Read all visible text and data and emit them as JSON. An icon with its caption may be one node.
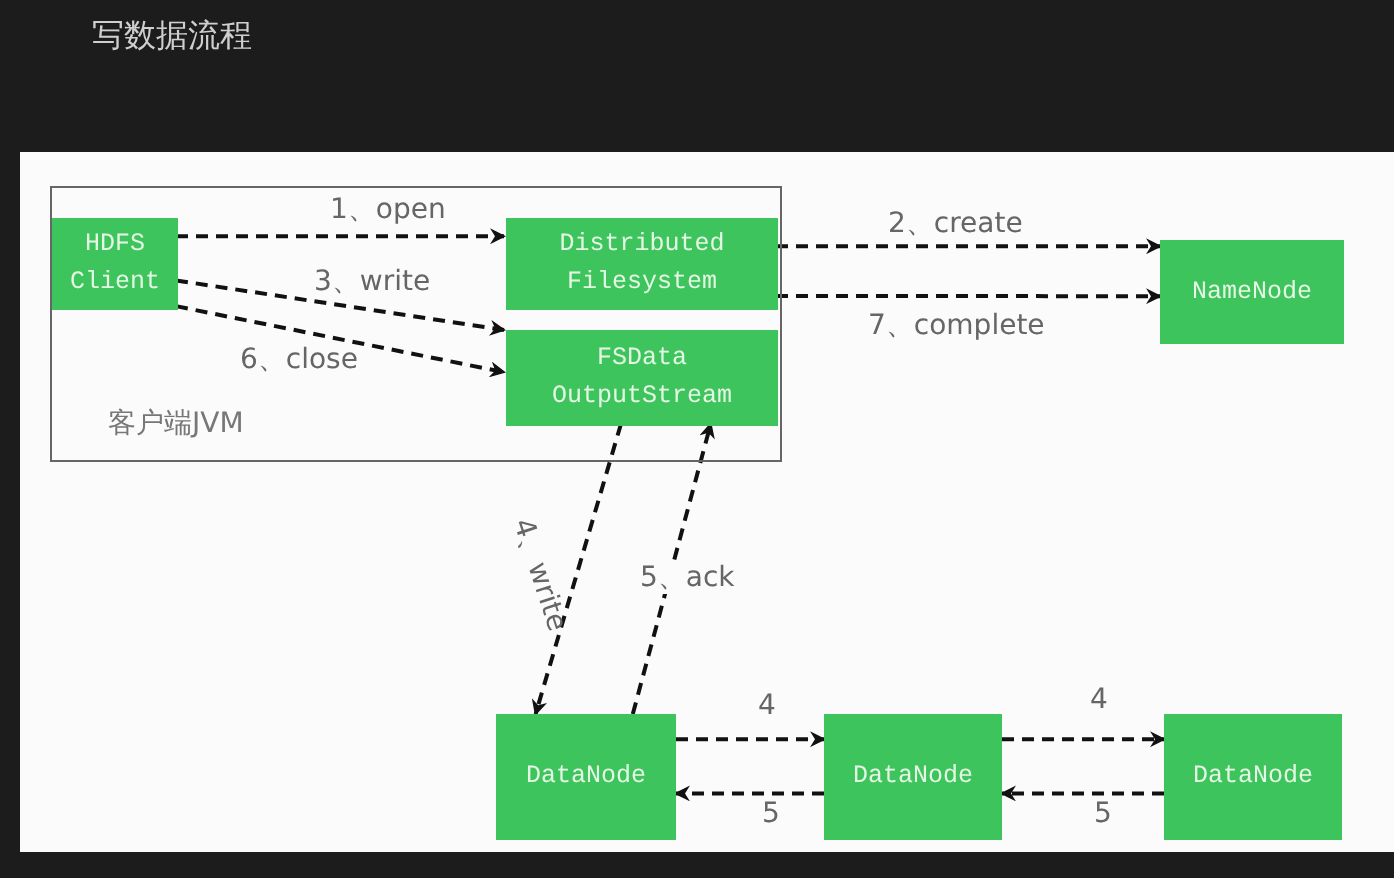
{
  "diagram": {
    "title": "写数据流程",
    "nodes": [
      {
        "text": [
          "客户端JVM"
        ]
      },
      {
        "text": [
          "HDFS Client"
        ],
        "in": 0
      },
      {
        "text": [
          "Distributed Filesystem"
        ],
        "in": 0
      },
      {
        "text": [
          "FSData OutputStream"
        ],
        "in": 0
      },
      {
        "text": [
          "NameNode"
        ]
      },
      {
        "text": [
          "DataNode"
        ]
      },
      {
        "text": [
          "DataNode"
        ]
      },
      {
        "text": [
          "DataNode"
        ]
      }
    ],
    "edges": [
      {
        "from": 1,
        "to": 2,
        "arrow": "to",
        "label": "1、open"
      },
      {
        "from": 1,
        "to": 3,
        "arrow": "to",
        "label": "3、write"
      },
      {
        "from": 1,
        "to": 3,
        "arrow": "to",
        "label": "6、close"
      },
      {
        "from": 2,
        "to": 4,
        "arrow": "to",
        "label": "2、create"
      },
      {
        "from": 2,
        "to": 4,
        "arrow": "to",
        "label": "7、complete"
      },
      {
        "from": 3,
        "to": 5,
        "arrow": "to",
        "label": "4、write"
      },
      {
        "from": 5,
        "to": 3,
        "arrow": "to",
        "label": "5、ack"
      },
      {
        "from": 5,
        "to": 6,
        "arrow": "to",
        "label": "4"
      },
      {
        "from": 6,
        "to": 5,
        "arrow": "to",
        "label": "5"
      },
      {
        "from": 6,
        "to": 7,
        "arrow": "to",
        "label": "4"
      },
      {
        "from": 7,
        "to": 6,
        "arrow": "to",
        "label": "5"
      }
    ]
  }
}
